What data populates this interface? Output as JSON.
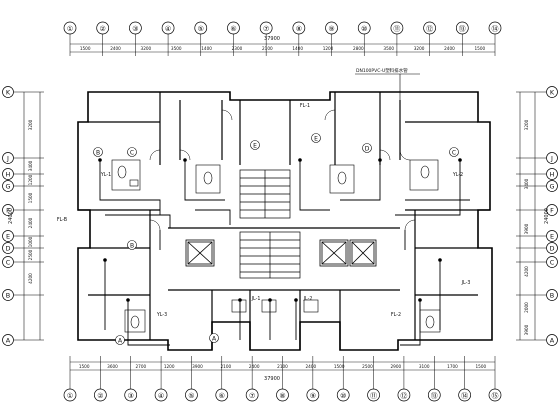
{
  "top_axes": [
    "①",
    "②",
    "③",
    "④",
    "⑤",
    "⑥",
    "⑦",
    "⑧",
    "⑨",
    "⑩",
    "⑪",
    "⑫",
    "⑬",
    "⑭"
  ],
  "top_dims": [
    "1500",
    "2400",
    "3200",
    "3500",
    "1400",
    "2300",
    "2100",
    "1400",
    "1200",
    "2800",
    "3500",
    "3200",
    "2400",
    "1500"
  ],
  "top_total": "37900",
  "bottom_axes": [
    "①",
    "②",
    "③",
    "④",
    "⑤",
    "⑥",
    "⑦",
    "⑧",
    "⑨",
    "⑩",
    "⑪",
    "⑫",
    "⑬",
    "⑭",
    "⑮"
  ],
  "bottom_dims": [
    "1500",
    "3600",
    "2700",
    "1200",
    "3900",
    "2100",
    "2400",
    "2100",
    "2400",
    "1500",
    "2500",
    "2900",
    "3100",
    "1700",
    "1500"
  ],
  "bottom_total": "37900",
  "left_axes": [
    "K",
    "J",
    "H",
    "G",
    "F",
    "E",
    "D",
    "C",
    "B",
    "A"
  ],
  "left_dims": [
    "3200",
    "3400",
    "1200",
    "1500",
    "2400",
    "1000",
    "2500",
    "4200"
  ],
  "left_total": "24000",
  "right_axes": [
    "K",
    "J",
    "H",
    "G",
    "F",
    "E",
    "D",
    "C",
    "B",
    "A"
  ],
  "right_dims": [
    "3200",
    "3400",
    "3900",
    "4200",
    "2000",
    "3900"
  ],
  "right_total": "24000",
  "room_labels": [
    "B",
    "C",
    "E",
    "E",
    "D",
    "C",
    "B",
    "A",
    "A"
  ],
  "pipe_labels": [
    "FL-1",
    "FL-B",
    "YL-1",
    "YL-2",
    "YL-3",
    "FL-2",
    "JL-1",
    "JL-2",
    "JL-3"
  ],
  "annotation": "DN100PVC-U塑料排水管"
}
